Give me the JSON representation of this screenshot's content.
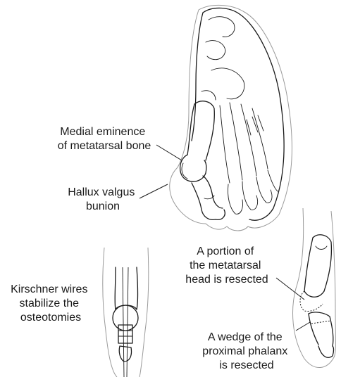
{
  "labels": {
    "medial_eminence": [
      "Medial eminence",
      "of metatarsal bone"
    ],
    "hallux_valgus": [
      "Hallux valgus",
      "bunion"
    ],
    "kirschner_wires": [
      "Kirschner wires",
      "stabilize the",
      "osteotomies"
    ],
    "metatarsal_head": [
      "A portion of",
      "the metatarsal",
      "head is resected"
    ],
    "proximal_phalanx": [
      "A wedge of the",
      "proximal phalanx",
      "is resected"
    ]
  }
}
